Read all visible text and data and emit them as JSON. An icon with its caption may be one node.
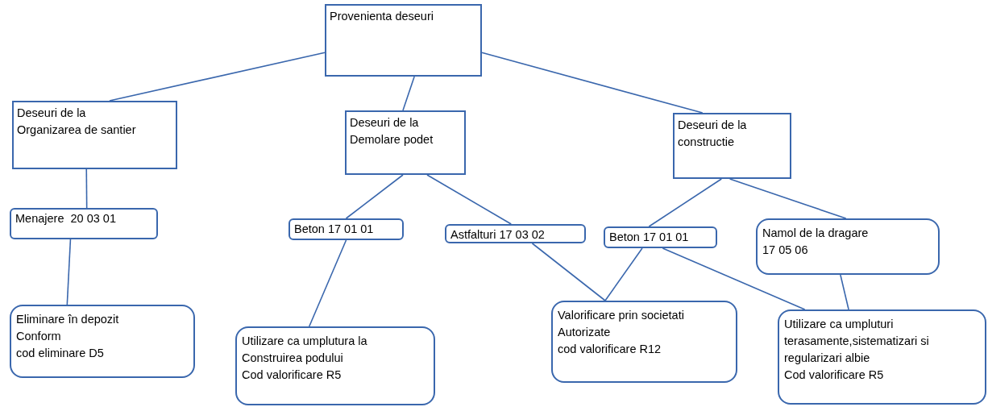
{
  "diagram": {
    "nodes": [
      {
        "text": [
          "Provenienta deseuri"
        ]
      },
      {
        "text": [
          "Deseuri de la",
          "Organizarea de santier"
        ]
      },
      {
        "text": [
          "Deseuri de la",
          "Demolare podet"
        ]
      },
      {
        "text": [
          "Deseuri de la",
          "constructie"
        ]
      },
      {
        "text": [
          "Menajere  20 03 01"
        ]
      },
      {
        "text": [
          "Beton 17 01 01"
        ]
      },
      {
        "text": [
          "Astfalturi 17 03 02"
        ]
      },
      {
        "text": [
          "Beton 17 01 01"
        ]
      },
      {
        "text": [
          "Namol de la dragare",
          "17 05 06"
        ]
      },
      {
        "text": [
          "Eliminare în depozit",
          "Conform",
          "cod eliminare D5"
        ]
      },
      {
        "text": [
          "Utilizare ca umplutura la",
          "Construirea podului",
          "Cod valorificare R5"
        ]
      },
      {
        "text": [
          "Valorificare prin societati",
          "Autorizate",
          "cod valorificare R12"
        ]
      },
      {
        "text": [
          "Utilizare ca umpluturi terasamente,sistematizari si regularizari albie",
          "Cod valorificare R5"
        ]
      }
    ],
    "edges": [
      {
        "from": 0,
        "to": 1,
        "arrow": "none"
      },
      {
        "from": 0,
        "to": 2,
        "arrow": "none"
      },
      {
        "from": 0,
        "to": 3,
        "arrow": "none"
      },
      {
        "from": 1,
        "to": 4,
        "arrow": "none"
      },
      {
        "from": 2,
        "to": 5,
        "arrow": "none"
      },
      {
        "from": 2,
        "to": 6,
        "arrow": "none"
      },
      {
        "from": 3,
        "to": 7,
        "arrow": "none"
      },
      {
        "from": 3,
        "to": 8,
        "arrow": "none"
      },
      {
        "from": 4,
        "to": 9,
        "arrow": "none"
      },
      {
        "from": 5,
        "to": 10,
        "arrow": "none"
      },
      {
        "from": 6,
        "to": 11,
        "arrow": "none"
      },
      {
        "from": 7,
        "to": 11,
        "arrow": "none"
      },
      {
        "from": 7,
        "to": 12,
        "arrow": "none"
      },
      {
        "from": 8,
        "to": 12,
        "arrow": "none"
      }
    ]
  }
}
